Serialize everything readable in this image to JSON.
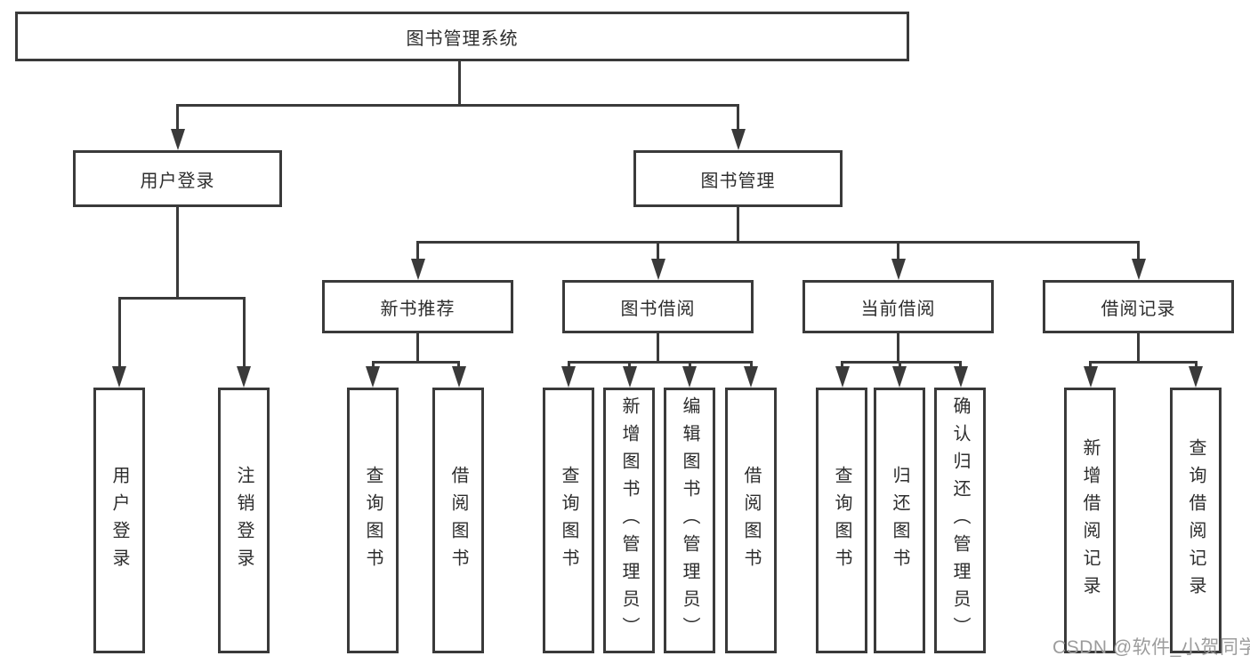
{
  "diagram": {
    "nodes": {
      "root": "图书管理系统",
      "l2": [
        "用户登录",
        "图书管理"
      ],
      "l3": [
        "新书推荐",
        "图书借阅",
        "当前借阅",
        "借阅记录"
      ],
      "g1": [
        "用户登录",
        "注销登录"
      ],
      "g2": [
        "查询图书",
        "借阅图书"
      ],
      "g3": [
        "查询图书",
        "新增图书（管理员）",
        "编辑图书（管理员）",
        "借阅图书"
      ],
      "g4": [
        "查询图书",
        "归还图书",
        "确认归还（管理员）"
      ],
      "g5": [
        "新增借阅记录",
        "查询借阅记录"
      ]
    },
    "colors": {
      "line": "#3a3a3a",
      "text": "#2d2d2d",
      "background": "#ffffff",
      "watermark": "#9c9c9c"
    },
    "watermark": "CSDN @软件_小贺同学"
  }
}
